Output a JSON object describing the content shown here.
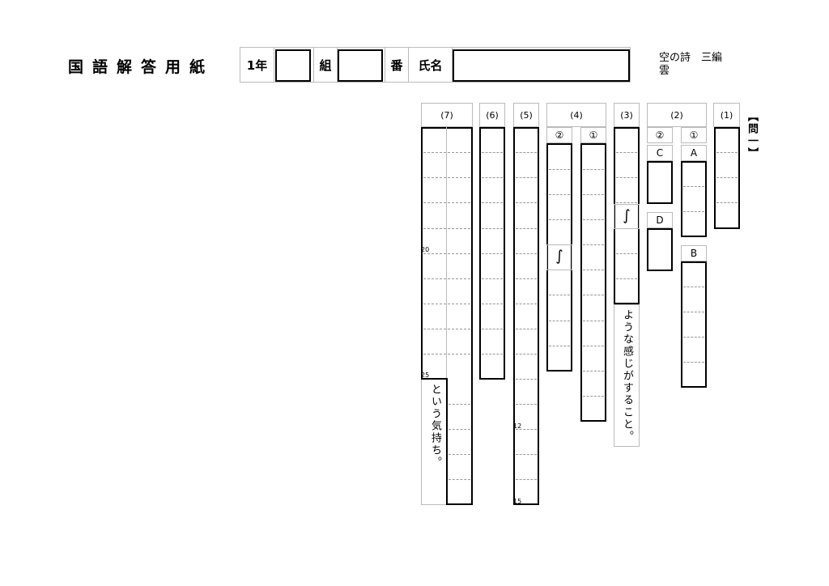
{
  "header": {
    "title": "国語解答用紙",
    "grade_label": "1年",
    "class_label": "組",
    "number_label": "番",
    "name_label": "氏名"
  },
  "unit": {
    "line1": "空の詩　三編",
    "line2": "雲"
  },
  "section_label": "【問一】",
  "columns": {
    "q1": "(1)",
    "q2": "(2)",
    "q3": "(3)",
    "q4": "(4)",
    "q5": "(5)",
    "q6": "(6)",
    "q7": "(7)"
  },
  "sub": {
    "q2_1": "①",
    "q2_2": "②",
    "q4_1": "①",
    "q4_2": "②",
    "A": "A",
    "B": "B",
    "C": "C",
    "D": "D"
  },
  "tilde": "∫",
  "q3_suffix": "ような感じがすること。",
  "q7_suffix": "という気持ち。",
  "counts": {
    "q7_20": "20",
    "q7_25": "25",
    "q5_12": "12",
    "q5_15": "15"
  }
}
